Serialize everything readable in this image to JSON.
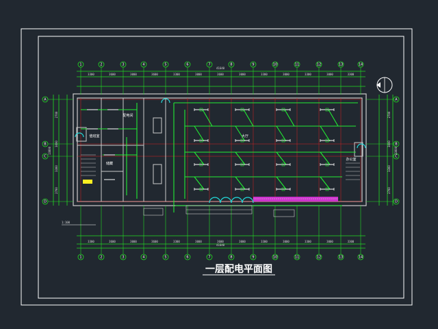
{
  "drawing": {
    "title": "一层配电平面图",
    "colors": {
      "background": "#212830",
      "frame": "#ffffff",
      "dimension": "#22dd22",
      "wall": "#cccccc",
      "wiring": "#22ee33",
      "axis": "#dd2222",
      "panel": "#cc33cc",
      "equipment": "#22dddd"
    },
    "top_axes": [
      "1",
      "2",
      "3",
      "4",
      "5",
      "6",
      "7",
      "8",
      "9",
      "10",
      "11",
      "12",
      "13",
      "14"
    ],
    "bottom_axes": [
      "1",
      "2",
      "3",
      "4",
      "5",
      "6",
      "7",
      "8",
      "9",
      "10",
      "11",
      "12",
      "13",
      "14"
    ],
    "left_axes": [
      "A",
      "B",
      "C",
      "D"
    ],
    "right_axes": [
      "A",
      "B",
      "C",
      "D"
    ],
    "top_dims": [
      "3300",
      "3600",
      "3000",
      "3600",
      "3300",
      "3000",
      "3600",
      "3000",
      "3300",
      "3000",
      "3300",
      "3000",
      "3300"
    ],
    "bottom_dims": [
      "3300",
      "3600",
      "3000",
      "3600",
      "3300",
      "3000",
      "3600",
      "3000",
      "3300",
      "3000",
      "3300",
      "3000",
      "3300"
    ],
    "top_total": "41640",
    "bottom_total": "41640",
    "left_dims": [
      "2700",
      "3000",
      "3300",
      "2700"
    ],
    "right_dims": [
      "2700",
      "3000",
      "3300",
      "2700"
    ],
    "left_total": "13800",
    "right_total": "13800",
    "room_labels": [
      "配电间",
      "值班室",
      "储藏",
      "大厅",
      "办公室"
    ],
    "note": "1:100"
  }
}
